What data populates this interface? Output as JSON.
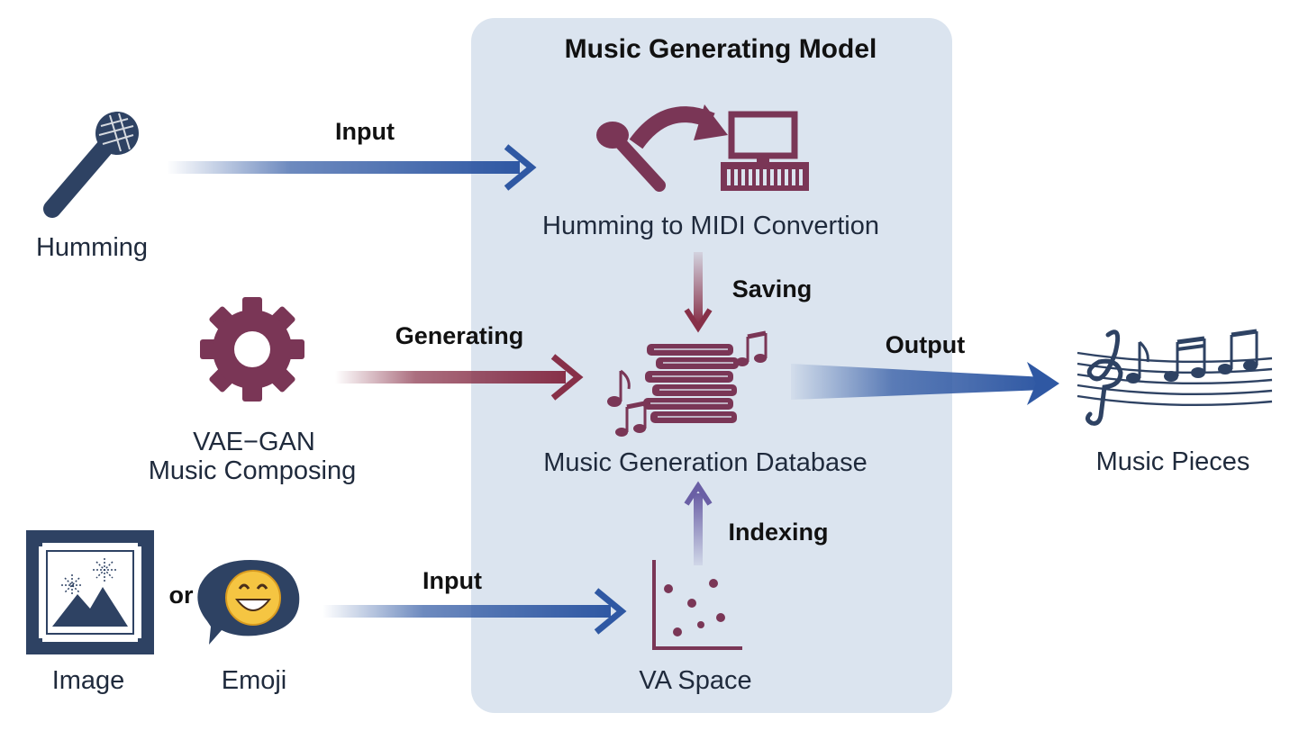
{
  "model": {
    "title": "Music Generating Model"
  },
  "inputs": {
    "humming": "Humming",
    "vae_gan_line1": "VAE−GAN",
    "vae_gan_line2": "Music Composing",
    "image": "Image",
    "or": "or",
    "emoji": "Emoji"
  },
  "nodes": {
    "conversion": "Humming to MIDI Convertion",
    "database": "Music Generation Database",
    "va_space": "VA Space",
    "output": "Music Pieces"
  },
  "edges": {
    "input_top": "Input",
    "generating": "Generating",
    "saving": "Saving",
    "output": "Output",
    "indexing": "Indexing",
    "input_bottom": "Input"
  },
  "colors": {
    "panel": "#dbe4ef",
    "blue_arrow": "#2f58a3",
    "maroon_arrow": "#873048",
    "icon_navy": "#2e4263",
    "icon_maroon": "#7a3656",
    "purple_arrow": "#6a5fa5"
  }
}
